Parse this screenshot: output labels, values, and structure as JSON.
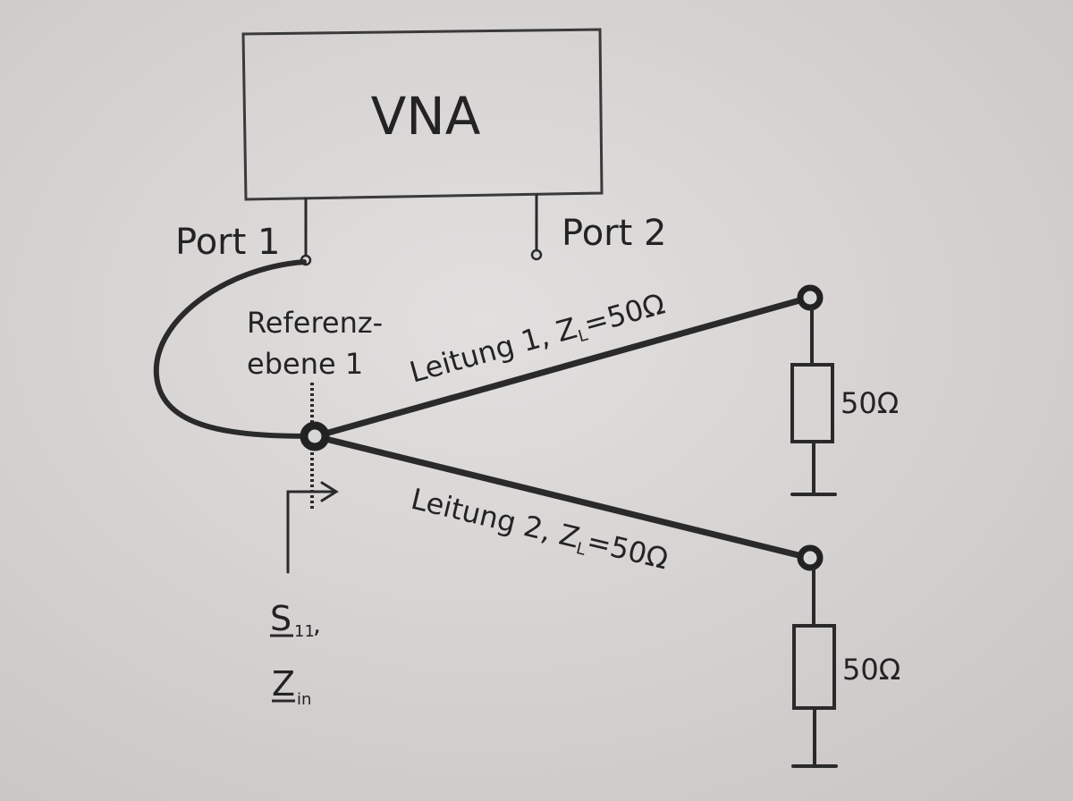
{
  "vna": {
    "label": "VNA"
  },
  "ports": {
    "port1": "Port 1",
    "port2": "Port 2"
  },
  "reference_plane": {
    "line1": "Referenz-",
    "line2": "ebene 1"
  },
  "lines": {
    "line1_label": "Leitung 1, Z",
    "line1_sub": "L",
    "line1_value": "=50Ω",
    "line2_label": "Leitung 2, Z",
    "line2_sub": "L",
    "line2_value": "=50Ω"
  },
  "loads": {
    "load1": "50Ω",
    "load2": "50Ω"
  },
  "measurement": {
    "s_main": "S",
    "s_sub": "11",
    "s_sep": ",",
    "z_main": "Z",
    "z_sub": "in"
  },
  "colors": {
    "background": "#d9d6d6",
    "ink": "#2a2a2a"
  }
}
